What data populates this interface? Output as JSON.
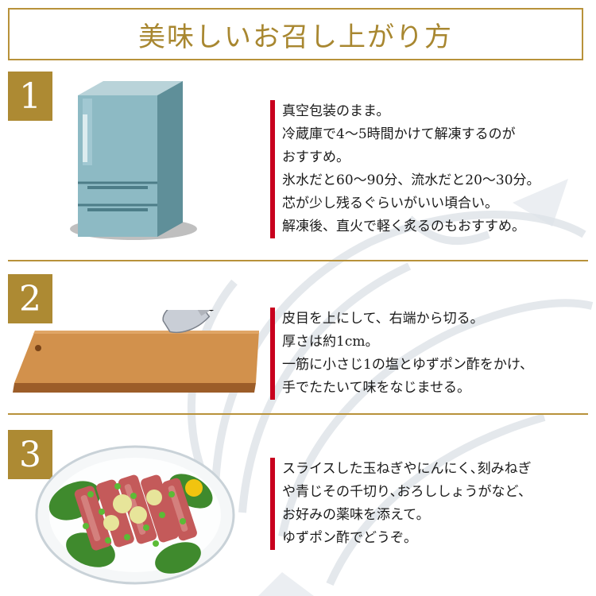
{
  "title": "美味しいお召し上がり方",
  "steps": [
    {
      "number": "1",
      "illustration": "refrigerator-icon",
      "lines": [
        "真空包装のまま。",
        "冷蔵庫で4〜5時間かけて解凍するのが",
        "おすすめ。",
        "氷水だと60〜90分、流水だと20〜30分。",
        "芯が少し残るぐらいがいい頃合い。",
        "解凍後、直火で軽く炙るのもおすすめ。"
      ]
    },
    {
      "number": "2",
      "illustration": "cutting-board-knife-icon",
      "lines": [
        "皮目を上にして、右端から切る。",
        "厚さは約1cm。",
        "一筋に小さじ1の塩とゆずポン酢をかけ、",
        "手でたたいて味をなじませる。"
      ]
    },
    {
      "number": "3",
      "illustration": "tataki-plate-icon",
      "lines": [
        "スライスした玉ねぎやにんにく､刻みねぎ",
        "や青じその千切り､おろししょうがなど､",
        "お好みの薬味を添えて。",
        "ゆずポン酢でどうぞ。"
      ]
    }
  ],
  "colors": {
    "gold": "#ad8a33",
    "accent_red": "#c8001e",
    "text": "#1a1a1a"
  }
}
